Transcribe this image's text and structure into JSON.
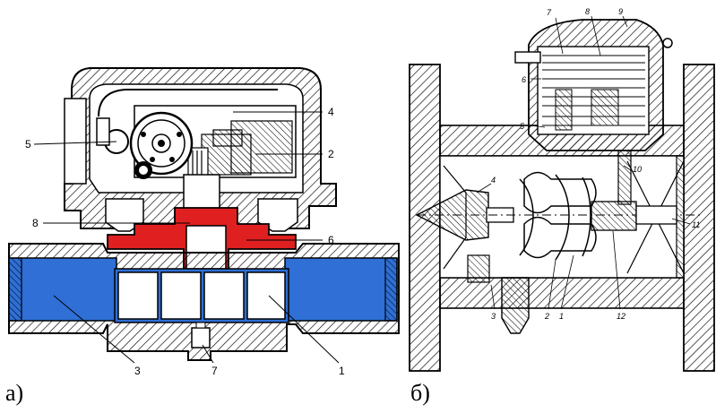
{
  "figure": {
    "panel_a": {
      "caption": "а)",
      "callouts": [
        "1",
        "2",
        "3",
        "4",
        "5",
        "6",
        "7",
        "8"
      ],
      "colors": {
        "body_fill": "#ffffff",
        "stroke": "#000000",
        "flow_blue": "#2f6fd6",
        "rotor_red": "#e02020"
      }
    },
    "panel_b": {
      "caption": "б)",
      "callouts": [
        "1",
        "2",
        "3",
        "4",
        "5",
        "6",
        "7",
        "8",
        "9",
        "10",
        "11",
        "12"
      ]
    }
  }
}
